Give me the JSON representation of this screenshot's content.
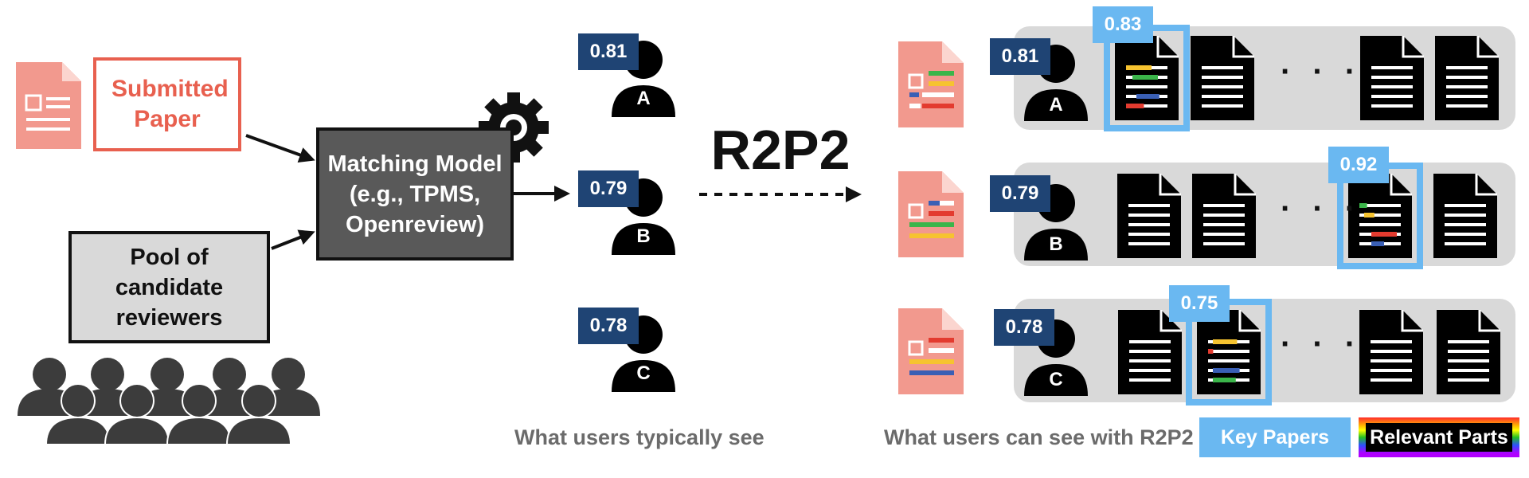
{
  "left": {
    "submitted_paper": "Submitted Paper",
    "pool": "Pool of candidate reviewers",
    "model": "Matching Model (e.g., TPMS, Openreview)"
  },
  "typical": {
    "reviewers": [
      {
        "letter": "A",
        "score": "0.81"
      },
      {
        "letter": "B",
        "score": "0.79"
      },
      {
        "letter": "C",
        "score": "0.78"
      }
    ],
    "caption": "What users typically see"
  },
  "method": "R2P2",
  "r2p2_view": {
    "rows": [
      {
        "letter": "A",
        "score": "0.81",
        "key_score": "0.83"
      },
      {
        "letter": "B",
        "score": "0.79",
        "key_score": "0.92"
      },
      {
        "letter": "C",
        "score": "0.78",
        "key_score": "0.75"
      }
    ],
    "ellipsis": "· · ·",
    "caption": "What users can see with R2P2"
  },
  "legend": {
    "key_papers": "Key Papers",
    "relevant_parts": "Relevant Parts"
  },
  "colors": {
    "paper_pink": "#f2998e",
    "submitted_red": "#e8604f",
    "score_navy": "#1f4474",
    "key_blue": "#6ab8f1",
    "dark": "#111111"
  }
}
